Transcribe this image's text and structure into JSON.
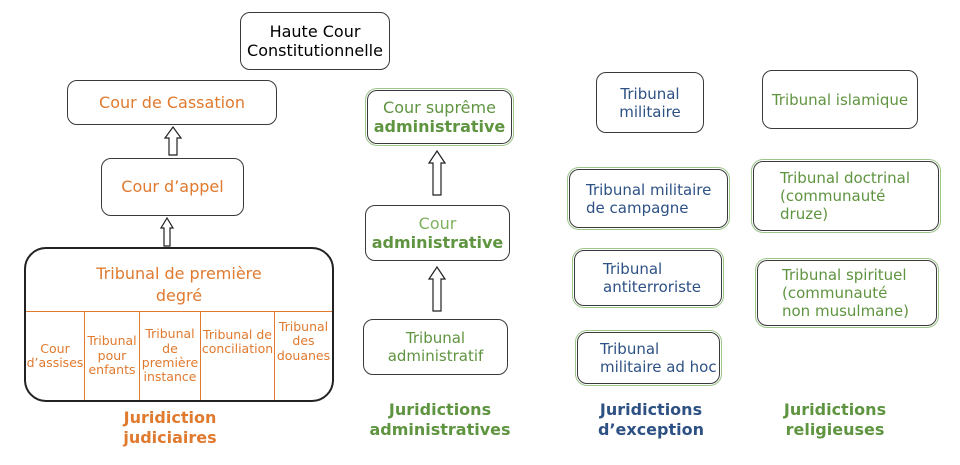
{
  "top": {
    "line1": "Haute Cour",
    "line2": "Constitutionnelle"
  },
  "judicial": {
    "cassation": "Cour de Cassation",
    "appel": "Cour d’appel",
    "premiere_line1": "Tribunal de première",
    "premiere_line2": "degré",
    "subs": [
      {
        "l1": "Cour",
        "l2": "d’assises"
      },
      {
        "l1": "Tribunal",
        "l2": "pour",
        "l3": "enfants"
      },
      {
        "l1": "Tribunal",
        "l2": "de",
        "l3": "première",
        "l4": "instance"
      },
      {
        "l1": "Tribunal de",
        "l2": "conciliation"
      },
      {
        "l1": "Tribunal",
        "l2": "des",
        "l3": "douanes"
      }
    ],
    "label_line1": "Juridiction",
    "label_line2": "judiciaires"
  },
  "administrative": {
    "supreme_l1": "Cour suprême",
    "supreme_l2": "administrative",
    "cour_l1": "Cour",
    "cour_l2": "administrative",
    "tribunal_l1": "Tribunal",
    "tribunal_l2": "administratif",
    "label_line1": "Juridictions",
    "label_line2": "administratives"
  },
  "exception": {
    "militaire_l1": "Tribunal",
    "militaire_l2": "militaire",
    "campagne_l1": "Tribunal militaire",
    "campagne_l2": "de campagne",
    "antiterror_l1": "Tribunal",
    "antiterror_l2": "antiterroriste",
    "adhoc_l1": "Tribunal",
    "adhoc_l2": "militaire ad hoc",
    "label_line1": "Juridictions",
    "label_line2": "d’exception"
  },
  "religious": {
    "islamique": "Tribunal islamique",
    "doctrinal_l1": "Tribunal doctrinal",
    "doctrinal_l2": "(communauté",
    "doctrinal_l3": "druze)",
    "spirituel_l1": "Tribunal spirituel",
    "spirituel_l2": "(communauté",
    "spirituel_l3": "non musulmane)",
    "label_line1": "Juridictions",
    "label_line2": "religieuses"
  },
  "colors": {
    "judicial": "#e07a2f",
    "administrative": "#5f9440",
    "exception": "#2e5184"
  }
}
